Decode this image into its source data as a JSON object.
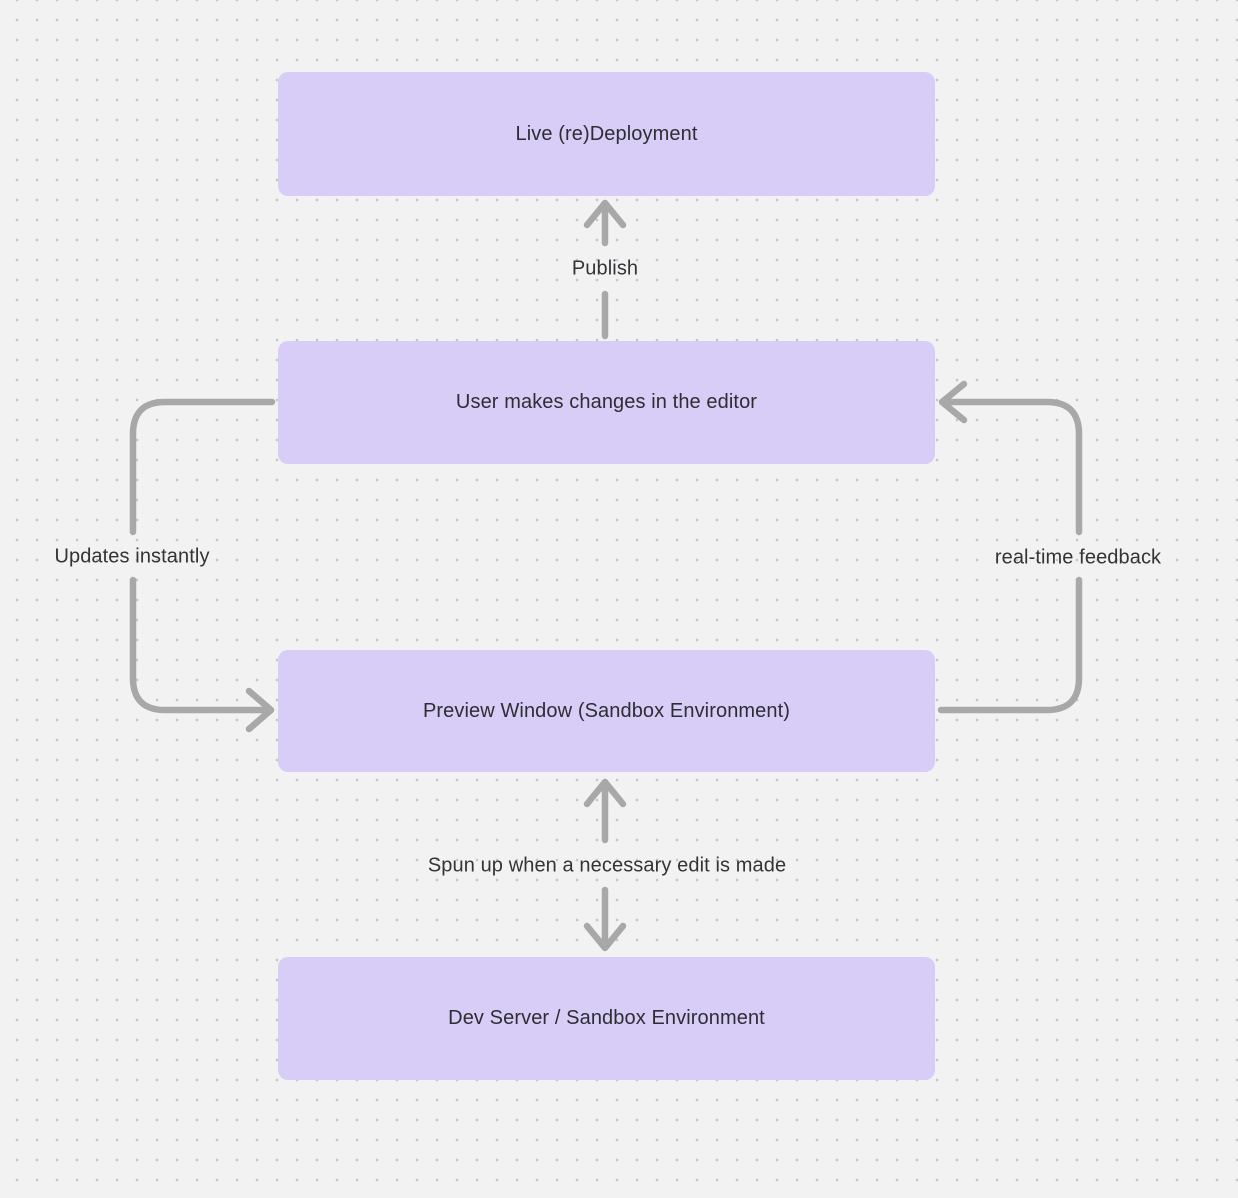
{
  "diagram": {
    "type": "flowchart",
    "background": "#f2f2f2",
    "dot_grid_color": "#c6c6c6",
    "colors": {
      "node_fill": "#d8cdf6",
      "node_text": "#2e2d33",
      "arrow": "#a8a8a8",
      "label_text": "#333338"
    },
    "nodes": [
      {
        "id": "live-redeployment",
        "label": "Live (re)Deployment"
      },
      {
        "id": "user-editor",
        "label": "User makes changes in the editor"
      },
      {
        "id": "preview-window",
        "label": "Preview Window (Sandbox Environment)"
      },
      {
        "id": "dev-server",
        "label": "Dev Server / Sandbox Environment"
      }
    ],
    "edges": [
      {
        "id": "publish",
        "from": "user-editor",
        "to": "live-redeployment",
        "direction": "up",
        "label": "Publish"
      },
      {
        "id": "updates-instantly",
        "from": "user-editor",
        "to": "preview-window",
        "direction": "left-loop-down",
        "label": "Updates instantly"
      },
      {
        "id": "realtime-feedback",
        "from": "preview-window",
        "to": "user-editor",
        "direction": "right-loop-up",
        "label": "real-time feedback"
      },
      {
        "id": "spun-up",
        "from": "preview-window",
        "to": "dev-server",
        "direction": "bidirectional",
        "label": "Spun up when a necessary edit is made"
      }
    ]
  }
}
